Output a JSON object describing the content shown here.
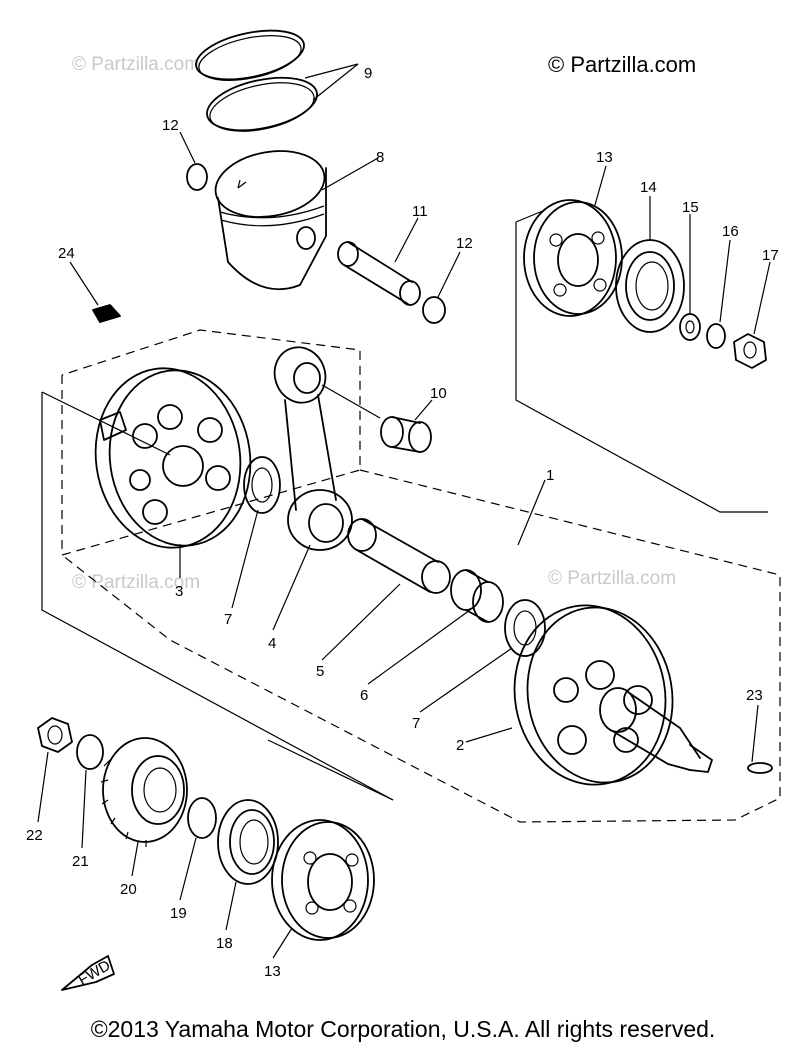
{
  "watermarks": {
    "top_right": "© Partzilla.com",
    "top_left": "© Partzilla.com",
    "middle_left": "© Partzilla.com",
    "middle_right": "© Partzilla.com"
  },
  "fwd_label": "FWD",
  "part_labels": {
    "p1": "1",
    "p2": "2",
    "p3": "3",
    "p4": "4",
    "p5": "5",
    "p6": "6",
    "p7a": "7",
    "p7b": "7",
    "p8": "8",
    "p9": "9",
    "p10": "10",
    "p11": "11",
    "p12a": "12",
    "p12b": "12",
    "p13a": "13",
    "p13b": "13",
    "p14": "14",
    "p15": "15",
    "p16": "16",
    "p17": "17",
    "p18": "18",
    "p19": "19",
    "p20": "20",
    "p21": "21",
    "p22": "22",
    "p23": "23",
    "p24": "24"
  },
  "copyright": "©2013  Yamaha Motor Corporation, U.S.A. All rights reserved."
}
